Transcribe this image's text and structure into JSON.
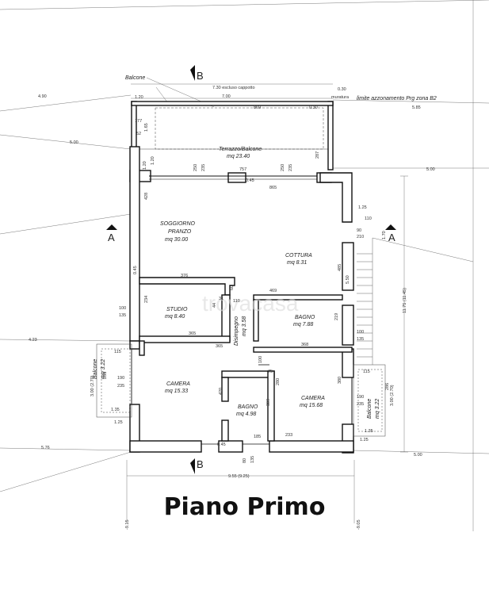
{
  "title": "Piano Primo",
  "section_marks": {
    "a": "A",
    "b": "B"
  },
  "watermark": "trovacasa",
  "rooms": {
    "terrazzo": {
      "name": "Terrazzo/Balcone",
      "area": "mq 23.40"
    },
    "soggiorno": {
      "name1": "SOGGIORNO",
      "name2": "PRANZO",
      "area": "mq 30.00"
    },
    "cottura": {
      "name": "COTTURA",
      "area": "mq 8.31"
    },
    "studio": {
      "name": "STUDIO",
      "area": "mq 8.40"
    },
    "disimpegno": {
      "name": "Disimpegno",
      "area": "mq 3.58"
    },
    "bagno1": {
      "name": "BAGNO",
      "area": "mq 7.88"
    },
    "camera1": {
      "name": "CAMERA",
      "area": "mq 15.33"
    },
    "bagno2": {
      "name": "BAGNO",
      "area": "mq 4.98"
    },
    "camera2": {
      "name": "CAMERA",
      "area": "mq 15.68"
    },
    "balcone_left": {
      "name": "Balcone",
      "area": "mq 3.22"
    },
    "balcone_right": {
      "name": "Balcone",
      "area": "mq 3.22"
    }
  },
  "labels": {
    "balcone_top": "Balcone",
    "limite": "limite azzonamento Prg zona B2",
    "escluso": "7.30 escluso cappotto",
    "muratura": "muratura",
    "overall": "9.55 (9.25)",
    "height_right": "11.75 (11.45)",
    "h_left": "3.00 (2.70)",
    "h_right": "3.00 (2.70)"
  },
  "dims": {
    "d_490": "4.90",
    "d_120": "1.20",
    "d_700": "7.00",
    "d_030a": "0.30",
    "d_030b": "0.30",
    "d_585": "5.85",
    "d_500a": "5.00",
    "d_500b": "5.00",
    "d_500c": "5.00",
    "d_423": "4.23",
    "d_576": "5.76",
    "d_869": "869",
    "d_177": "177",
    "d_52": "52",
    "d_165": "1.65",
    "d_120v": "1.20",
    "d_120v2": "1.20",
    "d_757": "757",
    "d_045a": "0.45",
    "d_865": "865",
    "d_250a": "250",
    "d_235a": "235",
    "d_250b": "250",
    "d_235b": "235",
    "d_287": "287",
    "d_428": "428",
    "d_125a": "1.25",
    "d_110a": "110",
    "d_90a": "90",
    "d_210a": "210",
    "d_170": "1.70",
    "d_045b": "0.45",
    "d_376": "376",
    "d_469": "469",
    "d_485": "485",
    "d_550": "5.50",
    "d_60": "60",
    "d_44": "44",
    "d_31": "31",
    "d_234": "234",
    "d_110b": "110",
    "d_100a": "100",
    "d_135a": "135",
    "d_365a": "365",
    "d_365b": "365",
    "d_219": "219",
    "d_100b": "100",
    "d_135b": "135",
    "d_368": "368",
    "d_115a": "115",
    "d_115b": "115",
    "d_190a": "190",
    "d_235c": "235",
    "d_190b": "190",
    "d_235d": "235",
    "d_100c": "100",
    "d_75": "75",
    "d_280": "280",
    "d_420": "420",
    "d_309": "309",
    "d_380": "380",
    "d_286a": "286",
    "d_286b": "286",
    "d_135c": "1.35",
    "d_125b": "1.25",
    "d_135d": "1.35",
    "d_125c": "1.25",
    "d_045c": "0.45",
    "d_185": "185",
    "d_233": "233",
    "d_80": "80",
    "d_135e": "135",
    "d_915": "-9.15",
    "d_905": "-9.05"
  }
}
